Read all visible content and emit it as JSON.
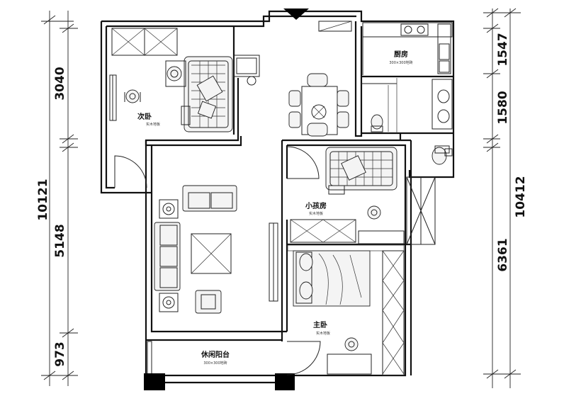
{
  "rooms": {
    "secondary_bedroom": {
      "name": "次卧",
      "floor": "实木地板"
    },
    "kitchen": {
      "name": "厨房",
      "floor": "300×300地砖"
    },
    "kids_room": {
      "name": "小孩房",
      "floor": "实木地板"
    },
    "master_bedroom": {
      "name": "主卧",
      "floor": "实木地板"
    },
    "leisure_balcony": {
      "name": "休闲阳台",
      "floor": "300×300地砖"
    }
  },
  "dimensions": {
    "left": [
      "3040",
      "10121",
      "5148",
      "973"
    ],
    "right": [
      "1547",
      "1580",
      "10412",
      "6361"
    ]
  }
}
